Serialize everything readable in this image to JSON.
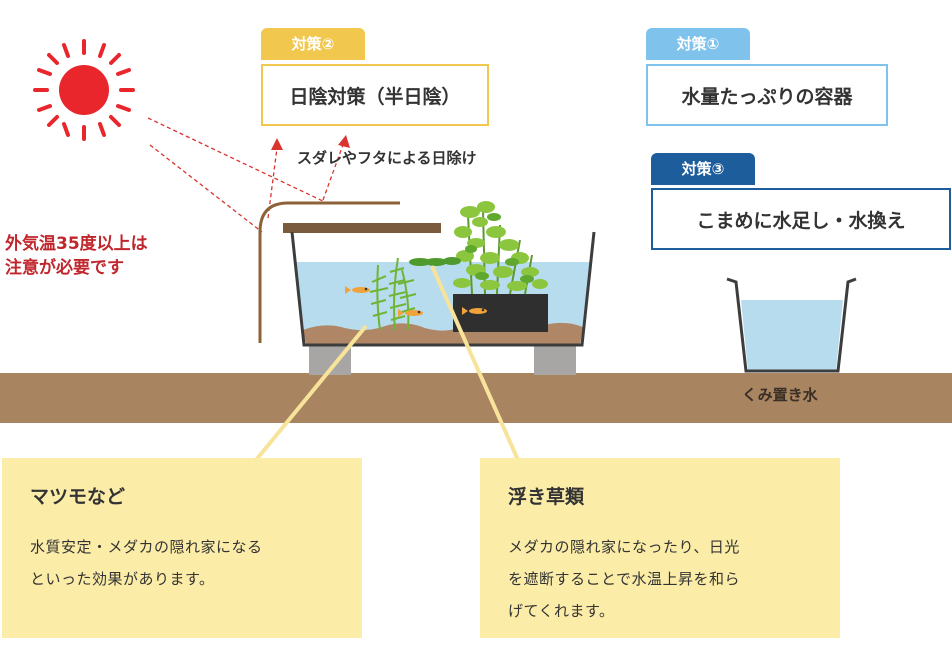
{
  "colors": {
    "ground": "#a88461",
    "water": "#b7dcee",
    "sun": "#e8262c",
    "warning_text": "#c0272d",
    "tag_yellow": "#f2c74e",
    "tag_light_blue": "#7fc3ec",
    "tag_dark_blue": "#1e5d9c",
    "callout_bg": "#fbeca8",
    "leader_line": "#f7e39a"
  },
  "icons": [
    "sun-icon",
    "medaka-fish-icon",
    "matsumo-plant-icon",
    "floating-plant-icon",
    "bucket-icon"
  ],
  "measures": {
    "shade": {
      "tag": "対策②",
      "label": "日陰対策（半日陰）"
    },
    "water_volume": {
      "tag": "対策①",
      "label": "水量たっぷりの容器"
    },
    "water_change": {
      "tag": "対策③",
      "label": "こまめに水足し・水換え"
    }
  },
  "sunshade_note": "スダレやフタによる日除け",
  "warning": {
    "line1": "外気温35度以上は",
    "line2": "注意が必要です"
  },
  "bucket_label": "くみ置き水",
  "callouts": {
    "matsumo": {
      "title": "マツモなど",
      "body_line1": "水質安定・メダカの隠れ家になる",
      "body_line2": "といった効果があります。"
    },
    "floating": {
      "title": "浮き草類",
      "body_line1": "メダカの隠れ家になったり、日光",
      "body_line2": "を遮断することで水温上昇を和ら",
      "body_line3": "げてくれます。"
    }
  }
}
